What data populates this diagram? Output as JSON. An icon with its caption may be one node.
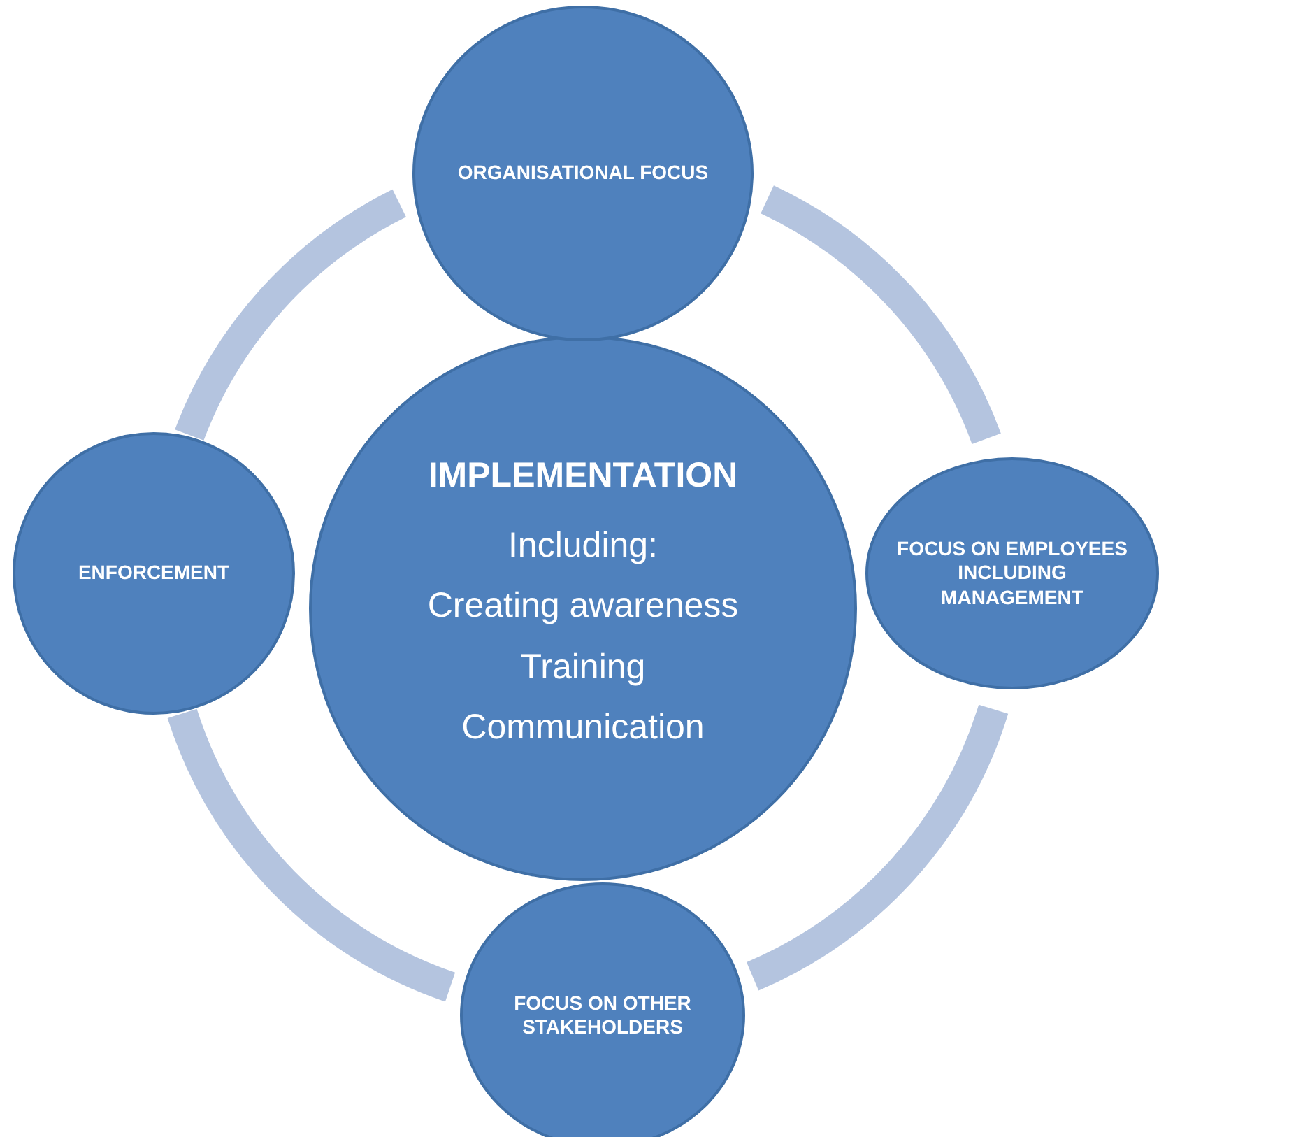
{
  "diagram": {
    "nodes": [
      {
        "text": [
          "ORGANISATIONAL FOCUS"
        ]
      },
      {
        "text": [
          "IMPLEMENTATION",
          "Including:",
          "Creating awareness",
          "Training",
          "Communication"
        ]
      },
      {
        "text": [
          "ENFORCEMENT"
        ]
      },
      {
        "text": [
          "FOCUS ON EMPLOYEES INCLUDING MANAGEMENT"
        ]
      },
      {
        "text": [
          "FOCUS ON OTHER STAKEHOLDERS"
        ]
      }
    ],
    "edges": [
      {
        "from": 0,
        "to": 3,
        "arrow": "none"
      },
      {
        "from": 3,
        "to": 4,
        "arrow": "none"
      },
      {
        "from": 4,
        "to": 2,
        "arrow": "none"
      },
      {
        "from": 2,
        "to": 0,
        "arrow": "none"
      }
    ]
  }
}
